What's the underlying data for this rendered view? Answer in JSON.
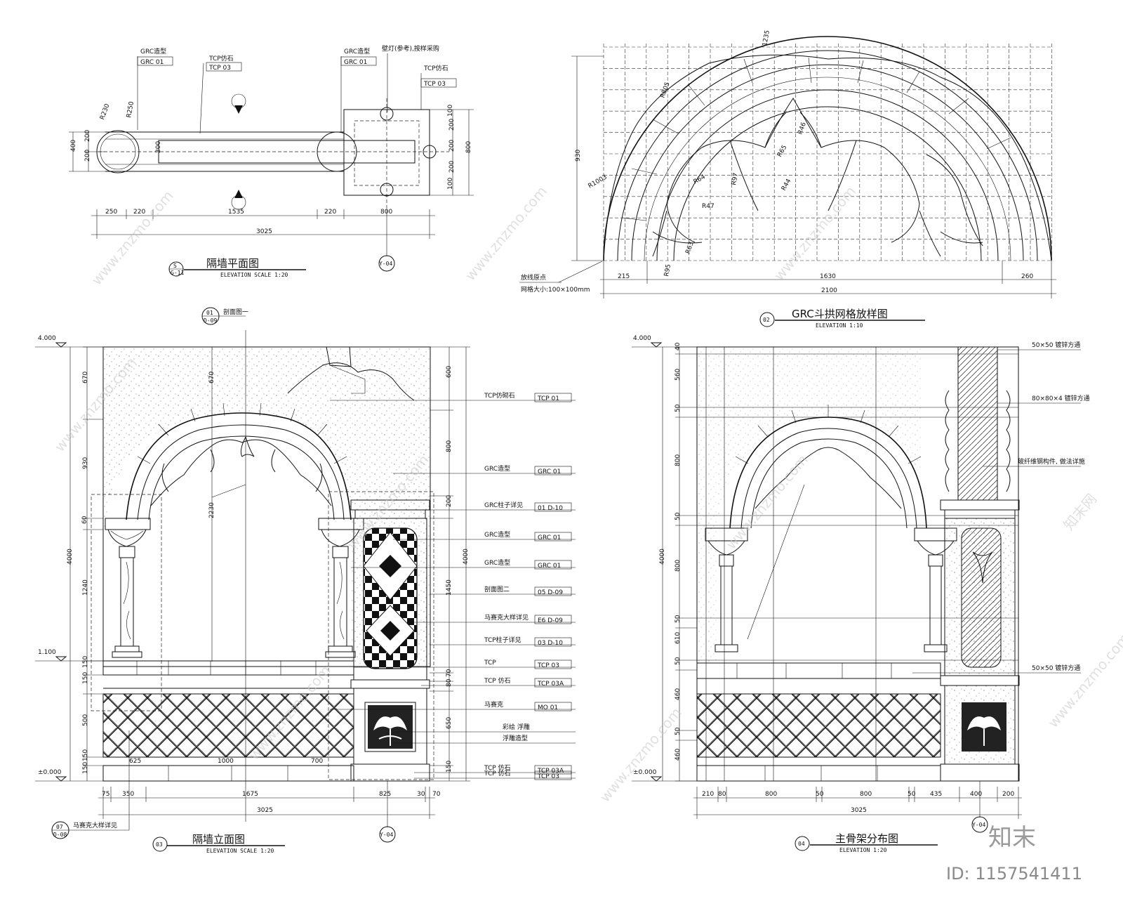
{
  "plan": {
    "label_grc_top": "GRC造型",
    "label_grc_box": "GRC 01",
    "label_tcp_top": "TCP仿石",
    "label_tcp_box": "TCP 03",
    "label_grc_top2": "GRC造型",
    "label_grc_box2": "GRC 01",
    "label_lamp": "壁灯(参考),按样采购",
    "label_tcp_right": "TCP仿石",
    "label_tcp_box_right": "TCP 03",
    "r230": "R230",
    "r250": "R250",
    "dim_400": "400",
    "dim_200a": "200",
    "dim_200b": "200",
    "dim_200c": "200",
    "dims_bottom": [
      "250",
      "220",
      "1535",
      "220",
      "800"
    ],
    "dim_total": "3025",
    "dims_right": [
      "100",
      "200",
      "200",
      "200",
      "100"
    ],
    "dim_right_total": "800",
    "title": "隔墙平面图",
    "subtitle": "ELEVATION SCALE 1:20",
    "ref_num": "S",
    "ref_sheet": "G-11",
    "sec_ref": "Y-04"
  },
  "grid": {
    "top_label": "1235",
    "radii": [
      "R805",
      "R1003",
      "R46",
      "R65",
      "R64",
      "R97",
      "R44",
      "R47",
      "R63",
      "R95"
    ],
    "dim_left": "930",
    "dims_bottom": [
      "215",
      "1630",
      "260"
    ],
    "dim_total": "2100",
    "note1": "放线原点",
    "note2": "网格大小:100×100mm",
    "title": "GRC斗拱网格放样图",
    "subtitle": "ELEVATION 1:10",
    "ref_num": "02"
  },
  "elev": {
    "level_top": "4.000",
    "level_mid": "1.100",
    "level_zero": "±0.000",
    "dims_left": [
      "670",
      "930",
      "60",
      "1240",
      "150",
      "150",
      "500",
      "150",
      "150"
    ],
    "dim_left_total": "4000",
    "dim_inner": "670",
    "dim_inner2": "2230",
    "dims_right": [
      "600",
      "800",
      "200",
      "1450",
      "70",
      "80",
      "650",
      "150"
    ],
    "dim_right_total": "4000",
    "ref_top_num": "01",
    "ref_top_sheet": "D-09",
    "ref_top_label": "剖面图一",
    "callouts": [
      {
        "text": "TCP仿砌石",
        "box": "TCP 01"
      },
      {
        "text": "GRC造型",
        "box": "GRC 01"
      },
      {
        "text": "GRC柱子详见",
        "box": "01 D-10"
      },
      {
        "text": "GRC造型",
        "box": "GRC 01"
      },
      {
        "text": "GRC造型",
        "box": "GRC 01"
      },
      {
        "text": "剖面图二",
        "box": "05 D-09"
      },
      {
        "text": "马赛克大样详见",
        "box": "E6 D-09"
      },
      {
        "text": "TCP柱子详见",
        "box": "03 D-10"
      },
      {
        "text": "TCP",
        "box": "TCP 03"
      },
      {
        "text": "TCP 仿石",
        "box": "TCP 03A"
      },
      {
        "text": "马赛克",
        "box": "MO 01"
      },
      {
        "text": "彩绘 浮雕",
        "box": ""
      },
      {
        "text": "浮雕造型",
        "box": ""
      },
      {
        "text": "TCP 仿石",
        "box": "TCP 03A"
      },
      {
        "text": "TCP 仿石",
        "box": "TCP 03"
      }
    ],
    "inner_dims": [
      "625",
      "1000",
      "700"
    ],
    "dims_bottom": [
      "75",
      "350",
      "1675",
      "825",
      "30",
      "70"
    ],
    "dim_total": "3025",
    "ref_bl_num": "07",
    "ref_bl_sheet": "D-08",
    "ref_bl_label": "马赛克大样详见",
    "title": "隔墙立面图",
    "subtitle": "ELEVATION SCALE 1:20",
    "ref_num": "03",
    "sec_ref": "Y-04"
  },
  "frame": {
    "level_top": "4.000",
    "level_zero": "±0.000",
    "dims_left": [
      "40",
      "560",
      "50",
      "800",
      "50",
      "800",
      "50",
      "610",
      "50",
      "460",
      "50",
      "460"
    ],
    "dim_left_total": "4000",
    "notes": [
      "50×50 镀锌方通",
      "80×80×4 镀锌方通",
      "玻纤维钢构件, 做法详施",
      "50×50 镀锌方通"
    ],
    "dims_bottom": [
      "210",
      "80",
      "800",
      "50",
      "800",
      "50",
      "435",
      "400",
      "200"
    ],
    "dim_total": "3025",
    "title": "主骨架分布图",
    "subtitle": "ELEVATION 1:20",
    "ref_num": "04",
    "sec_ref": "Y-04"
  },
  "watermark": {
    "site": "www.znzmo.com",
    "brand": "知末网",
    "logo": "知末",
    "id": "ID: 1157541411"
  }
}
